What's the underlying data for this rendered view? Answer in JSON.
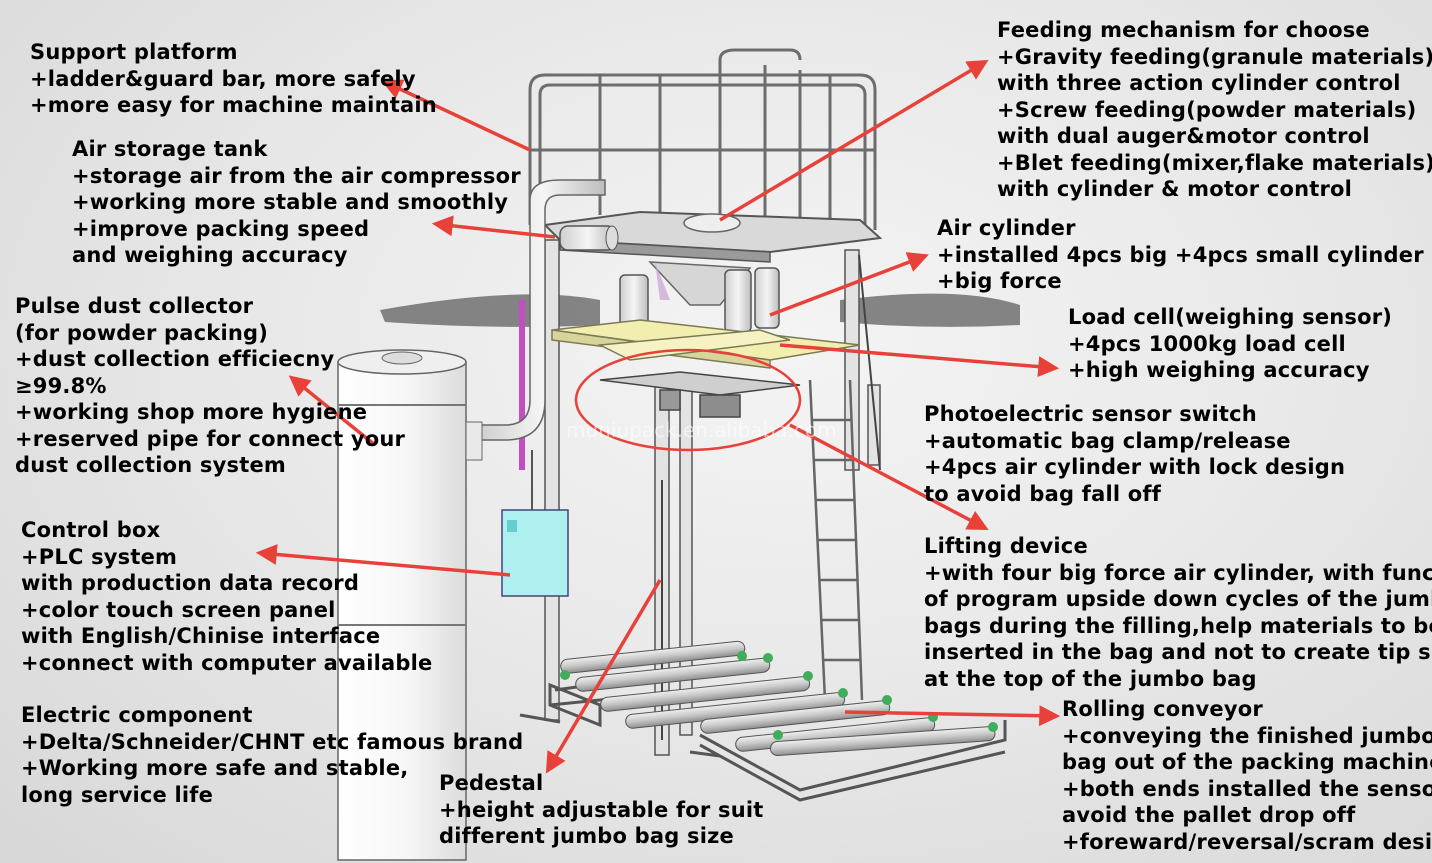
{
  "watermark": "muniupack.en.alibaba.com",
  "callouts": {
    "support_platform": {
      "title": "Support platform",
      "lines": [
        "+ladder&guard bar, more safely",
        "+more easy for machine maintain"
      ]
    },
    "air_storage_tank": {
      "title": "Air storage tank",
      "lines": [
        "+storage air from the air compressor",
        "+working more stable and smoothly",
        "+improve packing speed",
        "and weighing accuracy"
      ]
    },
    "pulse_dust_collector": {
      "title": "Pulse dust collector",
      "lines": [
        "(for powder packing)",
        "+dust collection efficiecny",
        "≥99.8%",
        "+working shop more hygiene",
        "+reserved pipe for connect your",
        "dust collection system"
      ]
    },
    "control_box": {
      "title": "Control box",
      "lines": [
        "+PLC system",
        "with production data record",
        "+color touch screen panel",
        "with English/Chinise interface",
        "+connect with computer available"
      ]
    },
    "electric_component": {
      "title": "Electric component",
      "lines": [
        "+Delta/Schneider/CHNT etc famous brand",
        "+Working more safe and stable,",
        "long service life"
      ]
    },
    "pedestal": {
      "title": "Pedestal",
      "lines": [
        "+height adjustable for suit",
        "different jumbo bag size"
      ]
    },
    "feeding_mechanism": {
      "title": "Feeding mechanism for choose",
      "lines": [
        "+Gravity feeding(granule materials)",
        "with three action cylinder control",
        "+Screw feeding(powder materials)",
        "with dual auger&motor control",
        "+Blet feeding(mixer,flake materials)",
        "with cylinder & motor control"
      ]
    },
    "air_cylinder": {
      "title": "Air cylinder",
      "lines": [
        "+installed 4pcs big +4pcs small cylinder",
        "+big force"
      ]
    },
    "load_cell": {
      "title": "Load cell(weighing sensor)",
      "lines": [
        "+4pcs 1000kg load cell",
        "+high weighing accuracy"
      ]
    },
    "photoelectric": {
      "title": "Photoelectric sensor switch",
      "lines": [
        "+automatic bag clamp/release",
        "+4pcs air cylinder with lock design",
        "to avoid bag fall off"
      ]
    },
    "lifting_device": {
      "title": "Lifting device",
      "lines": [
        "+with four big force air cylinder, with function",
        "of program upside down cycles of the jumbo",
        "bags during the filling,help materials to be",
        "inserted in the bag and not to create tip shape",
        "at the top of the jumbo bag"
      ]
    },
    "rolling_conveyor": {
      "title": "Rolling conveyor",
      "lines": [
        "+conveying the finished jumbo",
        "bag out of the packing machine",
        "+both ends installed the sensor",
        "avoid the pallet drop off",
        "+foreward/reversal/scram design"
      ]
    }
  },
  "colors": {
    "arrow": "#e8413a",
    "frame_line": "#5a5a5a",
    "platform_yellow": "#f2eeb0",
    "control_box": "#aef0f0"
  }
}
